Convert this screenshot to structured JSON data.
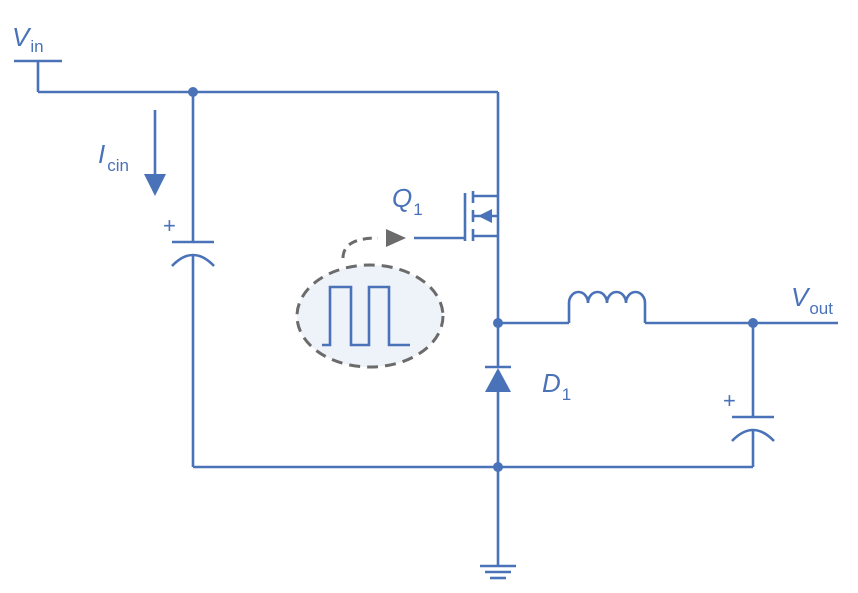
{
  "labels": {
    "vin": {
      "main": "V",
      "sub": "in"
    },
    "icin": {
      "main": "I",
      "sub": "cin"
    },
    "q1": {
      "main": "Q",
      "sub": "1"
    },
    "d1": {
      "main": "D",
      "sub": "1"
    },
    "vout": {
      "main": "V",
      "sub": "out"
    },
    "plus_input_cap": "+",
    "plus_output_cap": "+"
  },
  "colors": {
    "wire": "#4a72b8",
    "pwm_ellipse_fill": "#eef2f9",
    "pwm_ellipse_border": "#6b6b6b",
    "pwm_arrow": "#6b6b6b"
  },
  "icons": {
    "input_terminal": "terminal-tee-icon",
    "ground": "ground-icon",
    "current_arrow": "down-arrow-icon",
    "pwm_signal": "square-wave-icon"
  }
}
